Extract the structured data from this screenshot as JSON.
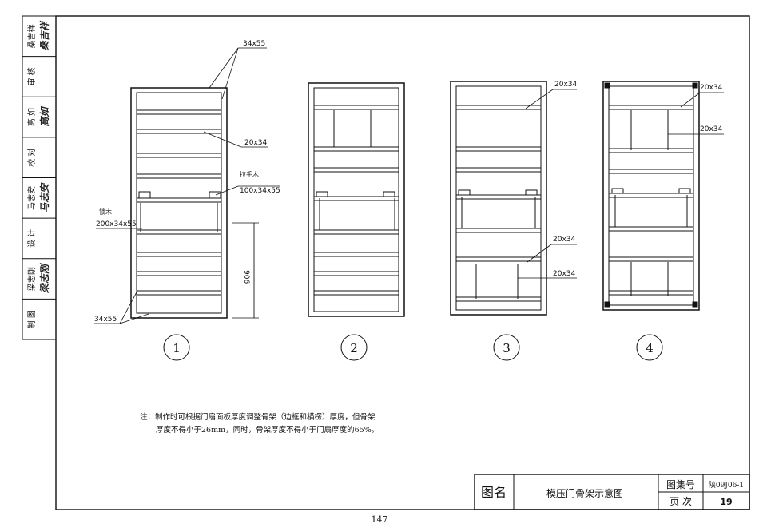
{
  "signature_strip": [
    {
      "role": "桑吉祥",
      "signature": "桑吉祥"
    },
    {
      "role": "审 核",
      "signature": ""
    },
    {
      "role": "高 如",
      "signature": "高如"
    },
    {
      "role": "校 对",
      "signature": ""
    },
    {
      "role": "马志安",
      "signature": "马志安"
    },
    {
      "role": "设 计",
      "signature": ""
    },
    {
      "role": "梁志刚",
      "signature": "梁志刚"
    },
    {
      "role": "制 图",
      "signature": ""
    }
  ],
  "annotations": {
    "d1_top": "34x55",
    "d1_mid": "20x34",
    "d1_right_title": "拉手木",
    "d1_right_size": "100x34x55",
    "d1_left_title": "锁木",
    "d1_left_size": "200x34x55",
    "d1_bottom": "34x55",
    "d1_dim": "906",
    "d3_top": "20x34",
    "d3_mid1": "20x34",
    "d3_mid2": "20x34",
    "d4_top1": "20x34",
    "d4_top2": "20x34"
  },
  "figure_numbers": [
    "1",
    "2",
    "3",
    "4"
  ],
  "note": {
    "line1": "注：制作时可根据门扇面板厚度调整骨架（边框和横楞）厚度，但骨架",
    "line2": "厚度不得小于26mm，同时，骨架厚度不得小于门扇厚度的65%。"
  },
  "title_block": {
    "name_label": "图名",
    "title": "模压门骨架示意图",
    "set_label": "图集号",
    "set_value": "陕09J06-1",
    "page_label": "页 次",
    "page_value": "19"
  },
  "page_number": "147"
}
